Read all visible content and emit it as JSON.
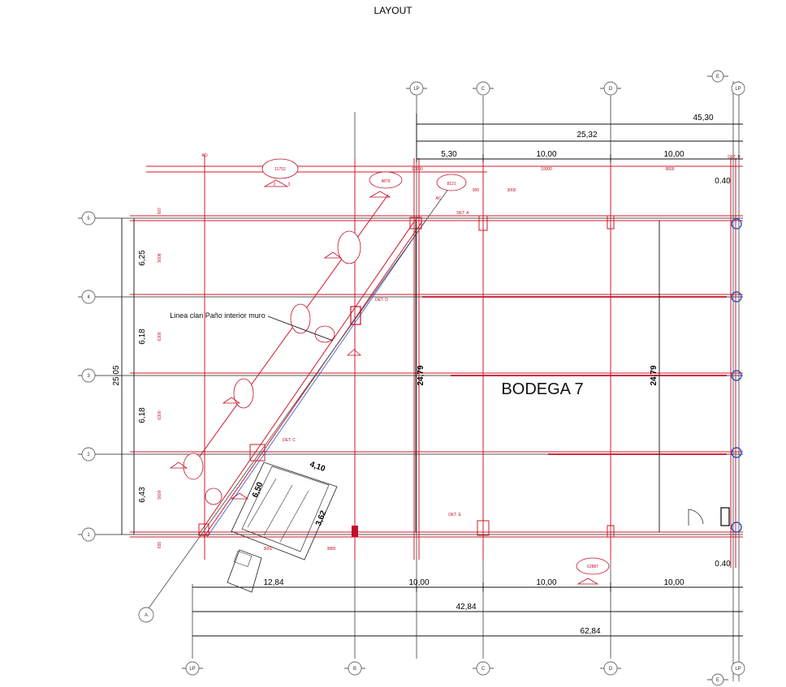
{
  "title": "LAYOUT",
  "room_label": "BODEGA 7",
  "note": "Linea clan Paño interior muro",
  "columns": {
    "lp": "LP",
    "b": "B",
    "c": "C",
    "d": "D",
    "e": "E",
    "a": "A"
  },
  "rows": {
    "r1": "1",
    "r2": "2",
    "r3": "3",
    "r4": "4",
    "r5": "5"
  },
  "top_dims": {
    "d1": "45,30",
    "d2": "25,32",
    "d3": "5,30",
    "d4": "10,00",
    "d5": "10,00",
    "d6": "0.40"
  },
  "top_small": {
    "s1": "10000",
    "s2": "10000",
    "s3": "9600",
    "s4": "900",
    "s5": "3000",
    "s6": "11752",
    "s7": "4879",
    "s8": "8121"
  },
  "left_dims": {
    "d1": "6,25",
    "d2": "6,18",
    "d3": "6,18",
    "d4": "6,43",
    "total": "25,05"
  },
  "left_small": {
    "s1": "5608",
    "s2": "6300",
    "s3": "6300",
    "s4": "5600",
    "s5": "655",
    "s6": "607"
  },
  "height_dims": {
    "h1": "24,79",
    "h2": "24,79"
  },
  "bottom_dims": {
    "d1": "12,84",
    "d2": "10,00",
    "d3": "10,00",
    "d4": "10,00",
    "d5": "42,84",
    "d6": "62,84",
    "d7": "0.40"
  },
  "bottom_small": {
    "s1": "3002",
    "s2": "3880",
    "s3": "62887"
  },
  "ramp_dims": {
    "w": "4,10",
    "l": "6,50",
    "o": "3,62"
  },
  "details": {
    "a": "DET. A",
    "b": "DET. B",
    "c": "DET. C",
    "d": "DET. D",
    "e": "DET. E"
  },
  "tag_ac": "AC",
  "tag_ao": "AO",
  "cloud_numbers": {
    "a": "2",
    "b": "3"
  },
  "colors": {
    "red": "#d11a2a",
    "grid": "#555555",
    "blue": "#3050c8"
  }
}
